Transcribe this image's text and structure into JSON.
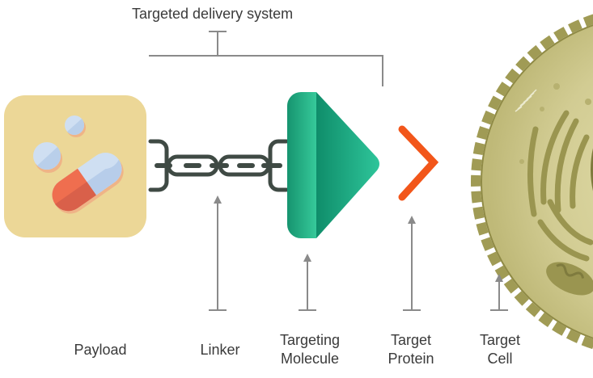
{
  "title": "Targeted delivery system",
  "labels": {
    "payload": "Payload",
    "linker": "Linker",
    "targeting_molecule": [
      "Targeting",
      "Molecule"
    ],
    "target_protein": [
      "Target",
      "Protein"
    ],
    "target_cell": [
      "Target",
      "Cell"
    ]
  },
  "colors": {
    "payload_bg": "#ecd797",
    "pill_red": "#ef6e4f",
    "pill_blue": "#cfdff2",
    "chain": "#3f4a44",
    "molecule_green": "#1fa884",
    "molecule_light": "#2fc797",
    "protein_orange": "#f2561a",
    "protein_red": "#c8173e",
    "cell_fill": "#cfc98f",
    "cell_dark": "#9a9550",
    "connector_gray": "#8a8a8a"
  },
  "icons": [
    "pill-capsule-icon",
    "chain-link-icon",
    "targeting-molecule-shape",
    "antibody-y-icon",
    "cell-icon"
  ]
}
